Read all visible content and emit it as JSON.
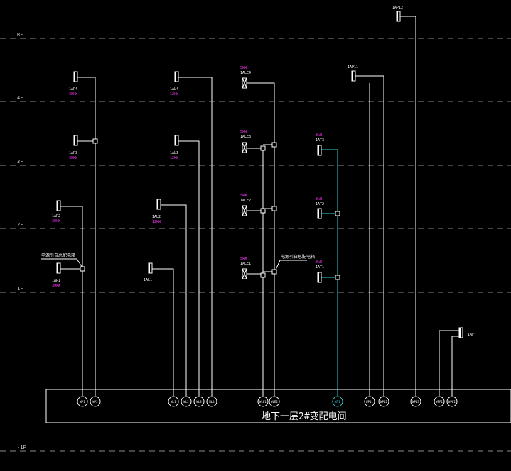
{
  "colors": {
    "background": "#000000",
    "line": "#ffffff",
    "dashed": "#8a8a8a",
    "magenta": "#ff33ff",
    "cyan": "#33cccc"
  },
  "floors": [
    {
      "id": "rf",
      "label": "RF"
    },
    {
      "id": "f4",
      "label": "4F"
    },
    {
      "id": "f3",
      "label": "3F"
    },
    {
      "id": "f2",
      "label": "2F"
    },
    {
      "id": "f1",
      "label": "1F"
    },
    {
      "id": "b1",
      "label": "-1F"
    }
  ],
  "substation": {
    "label": "地下一层2#变配电间"
  },
  "notes": {
    "branch_left": "电源引自总配电箱",
    "branch_mid": "电源引自总配电箱"
  },
  "panels": [
    {
      "id": "p1",
      "label": "1AP4",
      "tag": "30kW"
    },
    {
      "id": "p2",
      "label": "1AP3",
      "tag": "30kW"
    },
    {
      "id": "p3",
      "label": "1AP2",
      "tag": "30kW"
    },
    {
      "id": "p4",
      "label": "1AP1",
      "tag": "30kW"
    },
    {
      "id": "p5",
      "label": "1AL4",
      "tag": "12kW"
    },
    {
      "id": "p6",
      "label": "1AL3",
      "tag": "12kW"
    },
    {
      "id": "p7",
      "label": "1AL2",
      "tag": "12kW"
    },
    {
      "id": "p8",
      "label": "1AL1",
      "tag": ""
    },
    {
      "id": "p9",
      "label": "1ALE4",
      "tag": "5kW"
    },
    {
      "id": "p10",
      "label": "1ALE3",
      "tag": "5kW"
    },
    {
      "id": "p11",
      "label": "1ALE2",
      "tag": "5kW"
    },
    {
      "id": "p12",
      "label": "1ALE1",
      "tag": "5kW"
    },
    {
      "id": "p13",
      "label": "1AT3",
      "tag": "8kW"
    },
    {
      "id": "p14",
      "label": "1AT2",
      "tag": "8kW"
    },
    {
      "id": "p15",
      "label": "1AT1",
      "tag": "8kW"
    },
    {
      "id": "p16",
      "label": "1AP11",
      "tag": ""
    },
    {
      "id": "p17",
      "label": "1AP12",
      "tag": ""
    },
    {
      "id": "p18",
      "label": "1AF",
      "tag": ""
    }
  ],
  "feeders": [
    "WP1",
    "WP2",
    "WL1",
    "WL2",
    "WL3",
    "WL4",
    "WLE1",
    "WLE2",
    "WT1",
    "WP11",
    "WP12",
    "WP13",
    "WPF1",
    "WPF2"
  ]
}
